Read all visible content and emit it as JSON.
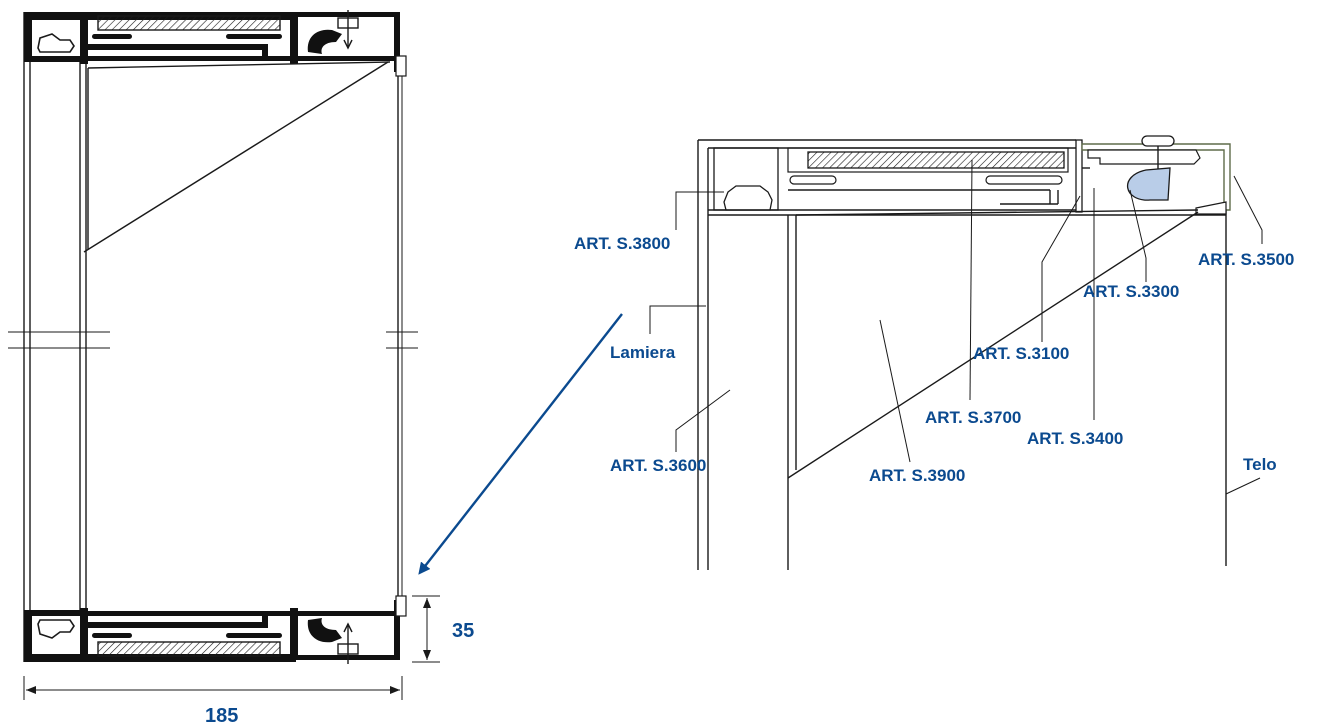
{
  "colors": {
    "label": "#0b4a8f",
    "arrow": "#0b4a8f",
    "line": "#1a1a1a",
    "gasket": "#b9cde8",
    "telo": "#5f6b4a"
  },
  "labels": {
    "art_s3800": "ART. S.3800",
    "lamiera": "Lamiera",
    "art_s3600": "ART. S.3600",
    "art_s3900": "ART. S.3900",
    "art_s3700": "ART. S.3700",
    "art_s3100": "ART. S.3100",
    "art_s3400": "ART. S.3400",
    "art_s3300": "ART. S.3300",
    "art_s3500": "ART. S.3500",
    "telo": "Telo"
  },
  "dimensions": {
    "height": "35",
    "width": "185"
  }
}
